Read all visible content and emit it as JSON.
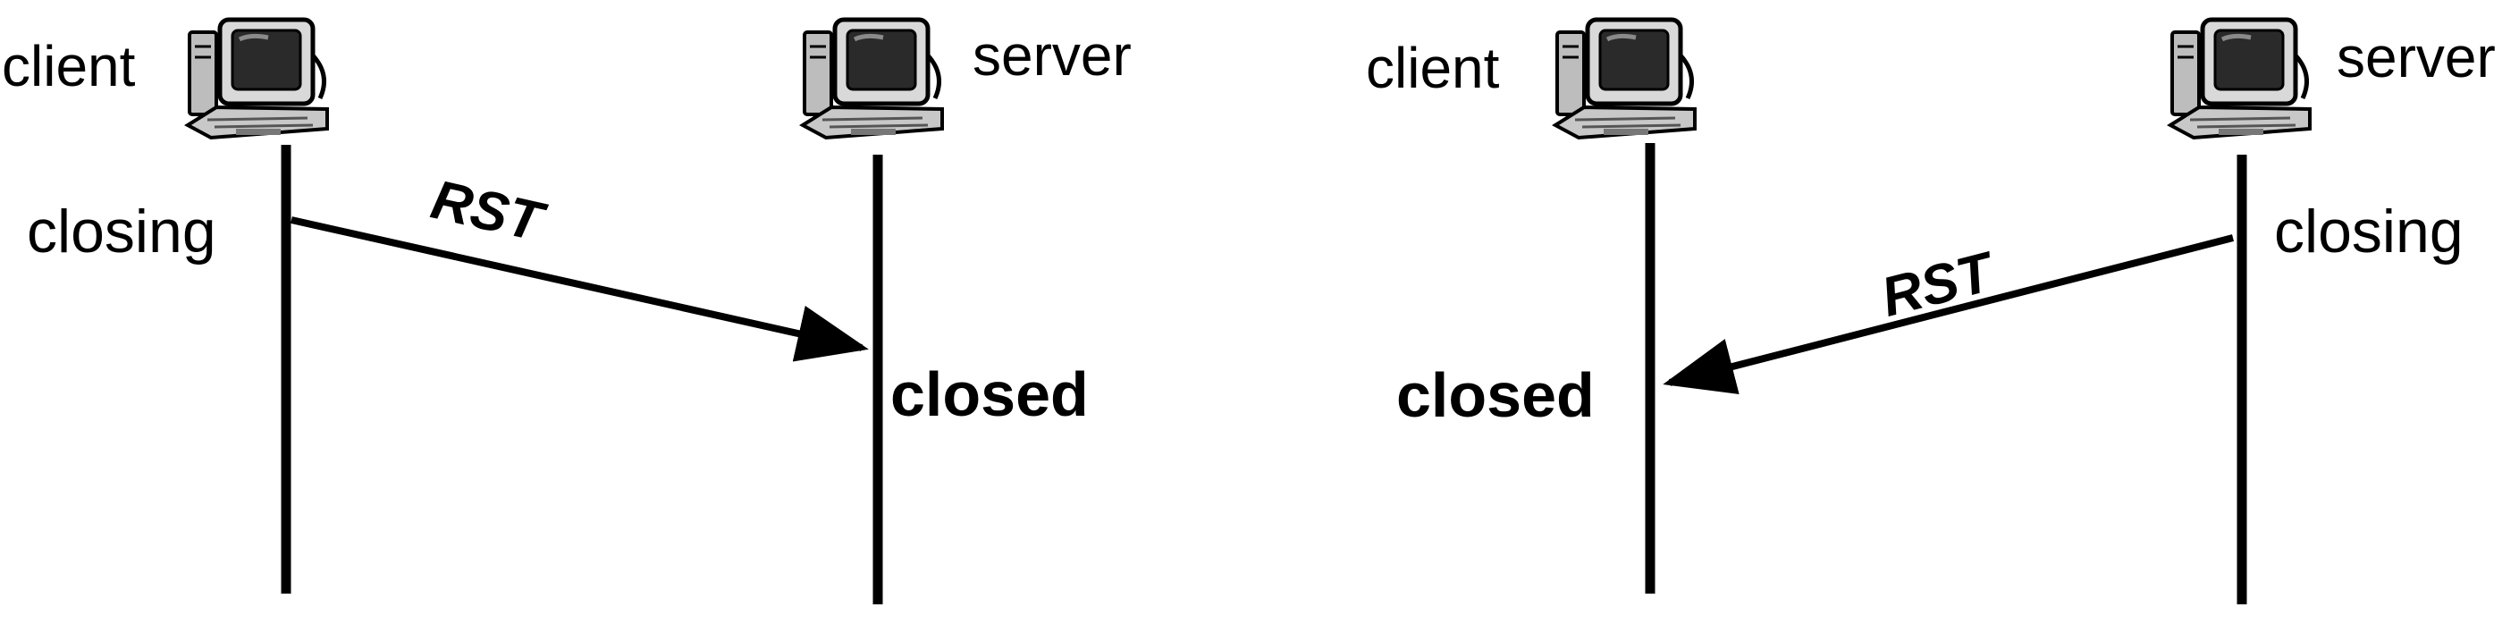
{
  "scenario_left": {
    "host_left_label": "client",
    "host_right_label": "server",
    "sender_state": "closing",
    "message": "RST",
    "receiver_state": "closed",
    "host_left_icon": "desktop-computer-icon",
    "host_right_icon": "desktop-computer-icon"
  },
  "scenario_right": {
    "host_left_label": "client",
    "host_right_label": "server",
    "sender_state": "closing",
    "message": "RST",
    "receiver_state": "closed",
    "host_left_icon": "desktop-computer-icon",
    "host_right_icon": "desktop-computer-icon"
  },
  "colors": {
    "line": "#000000",
    "background": "#ffffff"
  }
}
